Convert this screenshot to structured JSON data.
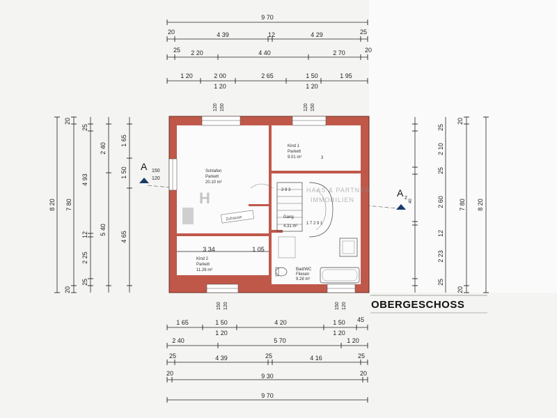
{
  "title": "OBERGESCHOSS",
  "section_marks": {
    "left": "A",
    "right": "A"
  },
  "section_sub": {
    "left_top": "150",
    "left_bottom": "120",
    "right_sub": "2",
    "right_small": "40"
  },
  "rooms": {
    "schlafen": {
      "name": "Schlafen",
      "floor": "Parkett",
      "area": "20.10 m²"
    },
    "kind1": {
      "name": "Kind 1",
      "floor": "Parkett",
      "area": "9.01 m²"
    },
    "kind2": {
      "name": "Kind 2",
      "floor": "Parkett",
      "area": "11.26 m²"
    },
    "gang": {
      "name": "Gang",
      "floor": "",
      "area": "4.31 m²"
    },
    "bad": {
      "name": "Bad/WC",
      "floor": "Fliesen",
      "area": "9.28 m²"
    }
  },
  "inner_dims": {
    "d334": "3 34",
    "d105": "1 05"
  },
  "stair_labels": {
    "a": "2 9 3",
    "b": "1 7 2 9 1",
    "c": "3"
  },
  "top_dims": {
    "row1": [
      "9 70"
    ],
    "row2": [
      "20",
      "4 39",
      "12",
      "4 29",
      "25"
    ],
    "row3": [
      "25",
      "2 20",
      "4 40",
      "2 70",
      "20"
    ],
    "row4": [
      "1 20",
      "2 00",
      "2 65",
      "1 50",
      "1 95"
    ],
    "row4b": [
      "1 20",
      "1 20"
    ],
    "win_top_left": [
      "120",
      "150"
    ],
    "win_top_right": [
      "120",
      "150"
    ]
  },
  "bottom_dims": {
    "row1": [
      "1 65",
      "1 50",
      "4 20",
      "1 50",
      "45"
    ],
    "row1b": [
      "1 20",
      "1 20"
    ],
    "row2": [
      "2 40",
      "5 70",
      "1 20"
    ],
    "row3": [
      "25",
      "4 39",
      "25",
      "4 16",
      "25"
    ],
    "row4": [
      "20",
      "9 30",
      "20"
    ],
    "row5": [
      "9 70"
    ],
    "win_bottom_left": [
      "150",
      "120"
    ],
    "win_bottom_right": [
      "150",
      "120"
    ]
  },
  "left_dims": {
    "outer": "8 20",
    "second": "7 80",
    "third": [
      "25",
      "4 93",
      "12",
      "2 25",
      "25"
    ],
    "fourth": [
      "2 40",
      "5 40"
    ],
    "fifth": [
      "1 65",
      "1 50",
      "4 65"
    ],
    "small": [
      "20",
      "20"
    ]
  },
  "right_dims": {
    "outer": "8 20",
    "second": "7 80",
    "third": [
      "25",
      "2 10",
      "25",
      "2 60",
      "12",
      "2 23",
      "25"
    ],
    "small": [
      "20",
      "20"
    ]
  },
  "watermark": {
    "line1": "HAAS & PARTNER",
    "line2": "IMMOBILIEN",
    "logo": "H",
    "stamp": "Zuhause"
  }
}
